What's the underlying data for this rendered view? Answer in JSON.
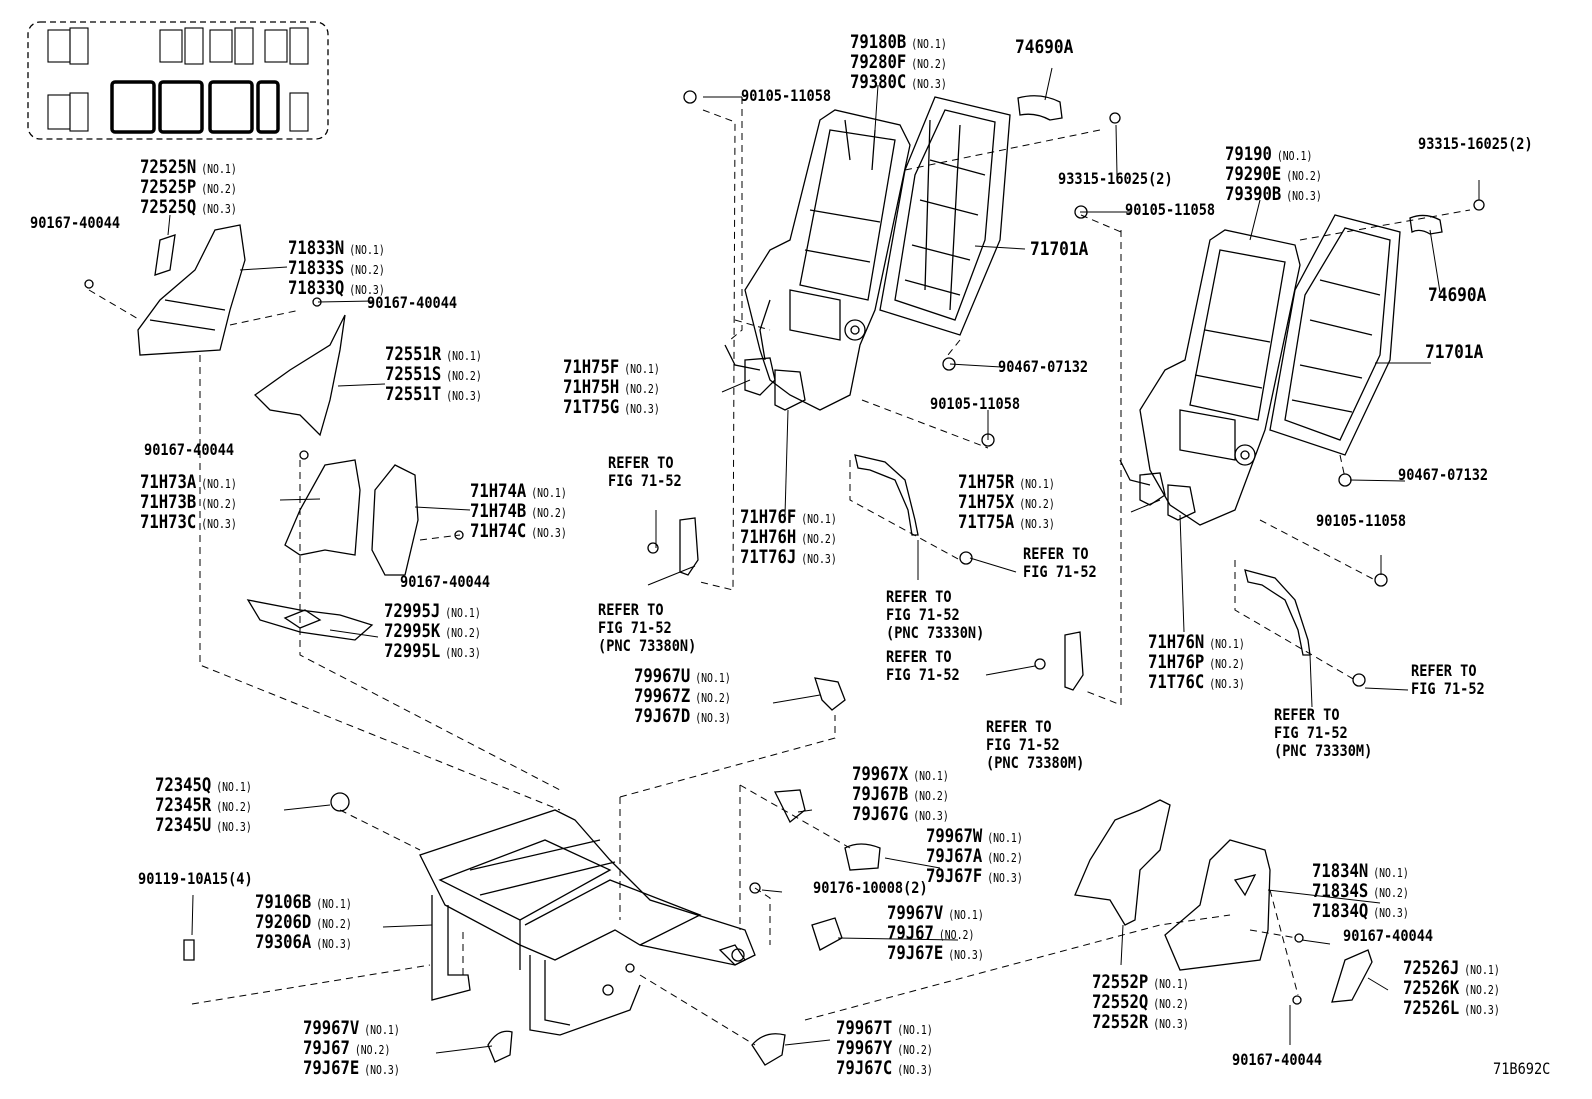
{
  "diagram_code": "71B692C",
  "refer": {
    "a": [
      "REFER TO",
      "FIG 71-52"
    ],
    "b": [
      "REFER TO",
      "FIG 71-52",
      "(PNC 73380N)"
    ],
    "c": [
      "REFER TO",
      "FIG 71-52"
    ],
    "d": [
      "REFER TO",
      "FIG 71-52",
      "(PNC 73330N)"
    ],
    "e": [
      "REFER TO",
      "FIG 71-52"
    ],
    "f": [
      "REFER TO",
      "FIG 71-52",
      "(PNC 73380M)"
    ],
    "g": [
      "REFER TO",
      "FIG 71-52",
      "(PNC 73330M)"
    ],
    "h": [
      "REFER TO",
      "FIG 71-52"
    ]
  },
  "singles": {
    "p74690A_1": "74690A",
    "p74690A_2": "74690A",
    "p71701A_1": "71701A",
    "p71701A_2": "71701A",
    "b90105_1": "90105-11058",
    "b90105_2": "90105-11058",
    "b90105_3": "90105-11058",
    "b90105_4": "90105-11058",
    "b93315_1": "93315-16025(2)",
    "b93315_2": "93315-16025(2)",
    "b90467_1": "90467-07132",
    "b90467_2": "90467-07132",
    "b90167_1": "90167-40044",
    "b90167_2": "90167-40044",
    "b90167_3": "90167-40044",
    "b90167_4": "90167-40044",
    "b90167_5": "90167-40044",
    "b90167_6": "90167-40044",
    "b90119": "90119-10A15(4)",
    "b90176": "90176-10008(2)"
  },
  "groups": {
    "g79180": [
      [
        "79180B",
        "(NO.1)"
      ],
      [
        "79280F",
        "(NO.2)"
      ],
      [
        "79380C",
        "(NO.3)"
      ]
    ],
    "g79190": [
      [
        "79190",
        "(NO.1)"
      ],
      [
        "79290E",
        "(NO.2)"
      ],
      [
        "79390B",
        "(NO.3)"
      ]
    ],
    "g72525": [
      [
        "72525N",
        "(NO.1)"
      ],
      [
        "72525P",
        "(NO.2)"
      ],
      [
        "72525Q",
        "(NO.3)"
      ]
    ],
    "g71833": [
      [
        "71833N",
        "(NO.1)"
      ],
      [
        "71833S",
        "(NO.2)"
      ],
      [
        "71833Q",
        "(NO.3)"
      ]
    ],
    "g72551": [
      [
        "72551R",
        "(NO.1)"
      ],
      [
        "72551S",
        "(NO.2)"
      ],
      [
        "72551T",
        "(NO.3)"
      ]
    ],
    "g71H73": [
      [
        "71H73A",
        "(NO.1)"
      ],
      [
        "71H73B",
        "(NO.2)"
      ],
      [
        "71H73C",
        "(NO.3)"
      ]
    ],
    "g71H74": [
      [
        "71H74A",
        "(NO.1)"
      ],
      [
        "71H74B",
        "(NO.2)"
      ],
      [
        "71H74C",
        "(NO.3)"
      ]
    ],
    "g72995": [
      [
        "72995J",
        "(NO.1)"
      ],
      [
        "72995K",
        "(NO.2)"
      ],
      [
        "72995L",
        "(NO.3)"
      ]
    ],
    "g71H75a": [
      [
        "71H75F",
        "(NO.1)"
      ],
      [
        "71H75H",
        "(NO.2)"
      ],
      [
        "71T75G",
        "(NO.3)"
      ]
    ],
    "g71H76a": [
      [
        "71H76F",
        "(NO.1)"
      ],
      [
        "71H76H",
        "(NO.2)"
      ],
      [
        "71T76J",
        "(NO.3)"
      ]
    ],
    "g71H75b": [
      [
        "71H75R",
        "(NO.1)"
      ],
      [
        "71H75X",
        "(NO.2)"
      ],
      [
        "71T75A",
        "(NO.3)"
      ]
    ],
    "g71H76b": [
      [
        "71H76N",
        "(NO.1)"
      ],
      [
        "71H76P",
        "(NO.2)"
      ],
      [
        "71T76C",
        "(NO.3)"
      ]
    ],
    "g79967U": [
      [
        "79967U",
        "(NO.1)"
      ],
      [
        "79967Z",
        "(NO.2)"
      ],
      [
        "79J67D",
        "(NO.3)"
      ]
    ],
    "g79967X": [
      [
        "79967X",
        "(NO.1)"
      ],
      [
        "79J67B",
        "(NO.2)"
      ],
      [
        "79J67G",
        "(NO.3)"
      ]
    ],
    "g79967W": [
      [
        "79967W",
        "(NO.1)"
      ],
      [
        "79J67A",
        "(NO.2)"
      ],
      [
        "79J67F",
        "(NO.3)"
      ]
    ],
    "g79967Va": [
      [
        "79967V",
        "(NO.1)"
      ],
      [
        "79J67",
        "(NO.2)"
      ],
      [
        "79J67E",
        "(NO.3)"
      ]
    ],
    "g79967Vb": [
      [
        "79967V",
        "(NO.1)"
      ],
      [
        "79J67",
        "(NO.2)"
      ],
      [
        "79J67E",
        "(NO.3)"
      ]
    ],
    "g79967T": [
      [
        "79967T",
        "(NO.1)"
      ],
      [
        "79967Y",
        "(NO.2)"
      ],
      [
        "79J67C",
        "(NO.3)"
      ]
    ],
    "g72345": [
      [
        "72345Q",
        "(NO.1)"
      ],
      [
        "72345R",
        "(NO.2)"
      ],
      [
        "72345U",
        "(NO.3)"
      ]
    ],
    "g79106": [
      [
        "79106B",
        "(NO.1)"
      ],
      [
        "79206D",
        "(NO.2)"
      ],
      [
        "79306A",
        "(NO.3)"
      ]
    ],
    "g72552": [
      [
        "72552P",
        "(NO.1)"
      ],
      [
        "72552Q",
        "(NO.2)"
      ],
      [
        "72552R",
        "(NO.3)"
      ]
    ],
    "g71834": [
      [
        "71834N",
        "(NO.1)"
      ],
      [
        "71834S",
        "(NO.2)"
      ],
      [
        "71834Q",
        "(NO.3)"
      ]
    ],
    "g72526": [
      [
        "72526J",
        "(NO.1)"
      ],
      [
        "72526K",
        "(NO.2)"
      ],
      [
        "72526L",
        "(NO.3)"
      ]
    ]
  }
}
